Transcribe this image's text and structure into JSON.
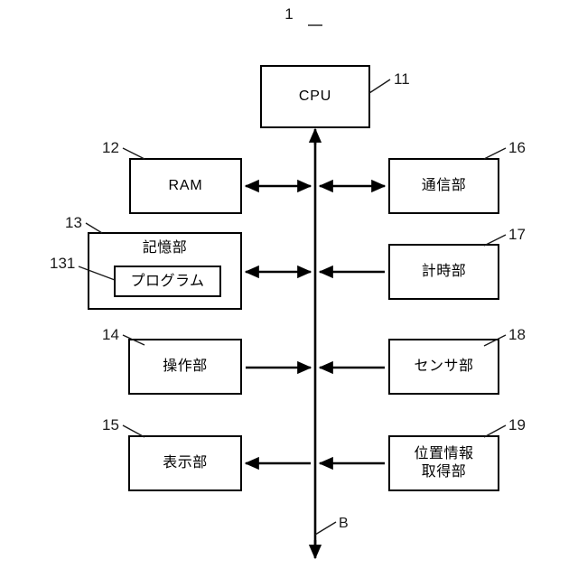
{
  "figure": {
    "number": "1",
    "bus_label": "B"
  },
  "blocks": [
    {
      "id": "cpu",
      "label": "CPU",
      "ref": "11",
      "script": "latin"
    },
    {
      "id": "ram",
      "label": "RAM",
      "ref": "12",
      "script": "latin"
    },
    {
      "id": "storage",
      "label": "記憶部",
      "ref": "13",
      "script": "jp"
    },
    {
      "id": "program",
      "label": "プログラム",
      "ref": "131",
      "script": "jp"
    },
    {
      "id": "operation",
      "label": "操作部",
      "ref": "14",
      "script": "jp"
    },
    {
      "id": "display",
      "label": "表示部",
      "ref": "15",
      "script": "jp"
    },
    {
      "id": "comm",
      "label": "通信部",
      "ref": "16",
      "script": "jp"
    },
    {
      "id": "timer",
      "label": "計時部",
      "ref": "17",
      "script": "jp"
    },
    {
      "id": "sensor",
      "label": "センサ部",
      "ref": "18",
      "script": "jp"
    },
    {
      "id": "location",
      "label": "位置情報\n取得部",
      "ref": "19",
      "script": "jp"
    }
  ],
  "colors": {
    "line": "#000000",
    "text": "#000000",
    "ref_text": "#1a1a1a",
    "background": "#ffffff"
  }
}
